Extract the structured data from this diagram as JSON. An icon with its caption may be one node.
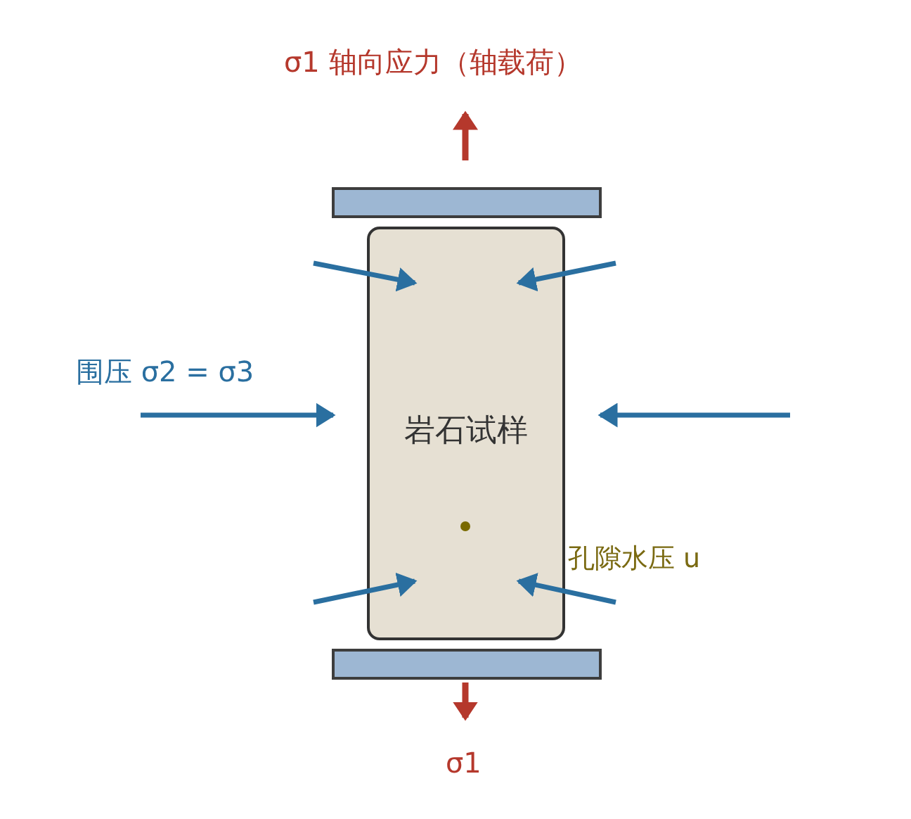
{
  "diagram": {
    "nodes": [
      {
        "text": [],
        "shape": "bar"
      },
      {
        "text": [
          "岩石试样"
        ]
      },
      {
        "text": [],
        "shape": "bar"
      }
    ],
    "labels": [
      "σ1  轴向应力（轴载荷）",
      "围压 σ2 = σ3",
      "孔隙水压 u",
      "σ1"
    ]
  }
}
